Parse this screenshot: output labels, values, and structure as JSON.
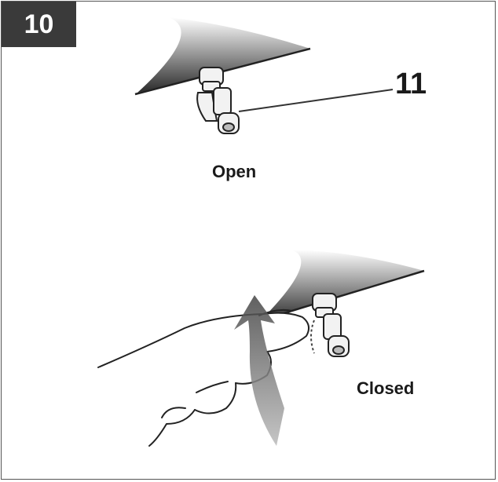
{
  "step": {
    "number": "10"
  },
  "callout": {
    "label": "11"
  },
  "captions": {
    "open": "Open",
    "closed": "Closed"
  },
  "colors": {
    "badge": "#3a3a3a",
    "ink": "#1a1a1a",
    "border": "#555555"
  }
}
